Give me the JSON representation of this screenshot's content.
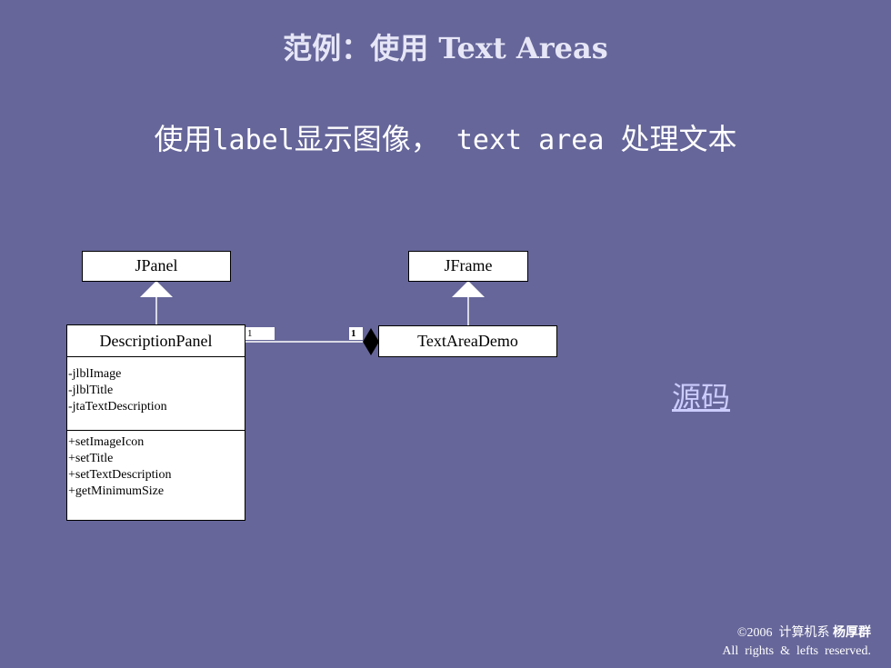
{
  "slide": {
    "title": "范例：使用 Text Areas",
    "subtitle_cn1": "使用",
    "subtitle_m1": "label",
    "subtitle_cn2": "显示图像，",
    "subtitle_m2": " text area ",
    "subtitle_cn3": "处理文本",
    "source_link": "源码"
  },
  "diagram": {
    "jpanel": "JPanel",
    "jframe": "JFrame",
    "description_panel": {
      "name": "DescriptionPanel",
      "fields": [
        "-jlblImage",
        "-jlblTitle",
        "-jtaTextDescription"
      ],
      "methods": [
        "+setImageIcon",
        "+setTitle",
        "+setTextDescription",
        "+getMinimumSize"
      ]
    },
    "text_area_demo": "TextAreaDemo",
    "multiplicity_left": "1",
    "multiplicity_right": "1"
  },
  "footer": {
    "copyright": "©2006  计算机系 ",
    "author": "杨厚群",
    "rights": "All  rights  &  lefts  reserved."
  }
}
